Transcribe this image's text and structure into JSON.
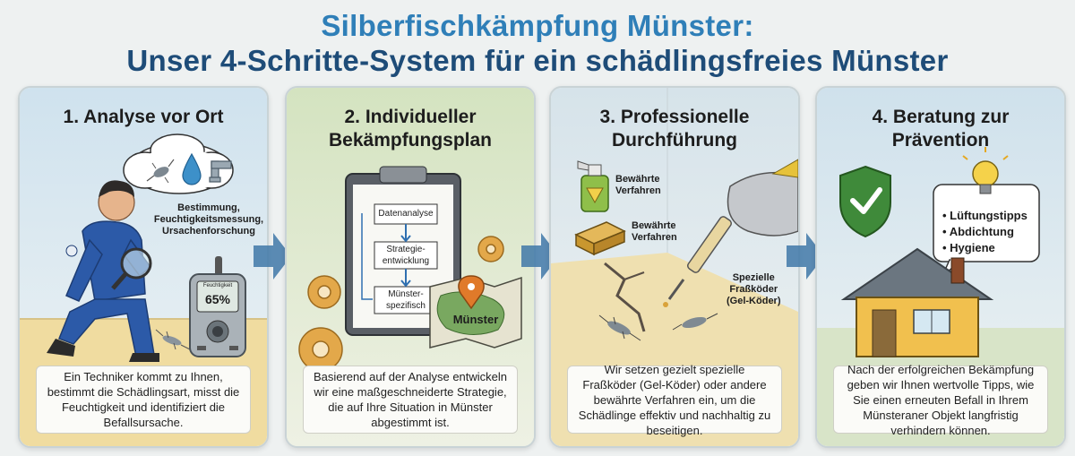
{
  "title": {
    "line1": "Silberfischkämpfung Münster:",
    "line2": "Unser 4-Schritte-System für ein schädlingsfreies Münster"
  },
  "steps": [
    {
      "heading": "1. Analyse vor Ort",
      "bubble_lines": [
        "Bestimmung,",
        "Feuchtigkeitsmessung,",
        "Ursachenforschung"
      ],
      "meter_label": "Feuchtigkeit",
      "meter_value": "65%",
      "description": "Ein Techniker kommt zu Ihnen, bestimmt die Schädlingsart, misst die Feuchtigkeit und identifiziert die Befallsursache."
    },
    {
      "heading_line1": "2. Individueller",
      "heading_line2": "Bekämpfungsplan",
      "flow_boxes": [
        "Datenanalyse",
        "Strategie-\nentwicklung",
        "Münster-\nspezifisch"
      ],
      "map_label": "Münster",
      "description": "Basierend auf der Analyse entwickeln wir eine maßgeschneiderte Strategie, die auf Ihre Situation in Münster abgestimmt ist."
    },
    {
      "heading_line1": "3. Professionelle",
      "heading_line2": "Durchführung",
      "item1": "Bewährte\nVerfahren",
      "item2": "Bewährte\nVerfahren",
      "bait_label": "Spezielle\nFraßköder\n(Gel-Köder)",
      "description": "Wir setzen gezielt spezielle Fraßköder (Gel-Köder) oder andere bewährte Verfahren ein, um die Schädlinge effektiv und nachhaltig zu beseitigen."
    },
    {
      "heading_line1": "4. Beratung zur",
      "heading_line2": "Prävention",
      "tips": [
        "Lüftungstipps",
        "Abdichtung",
        "Hygiene"
      ],
      "description": "Nach der erfolgreichen Bekämpfung geben wir Ihnen wertvolle Tipps, wie Sie einen erneuten Befall in Ihrem Münsteraner Objekt langfristig verhindern können."
    }
  ],
  "colors": {
    "title_light": "#2f7fb8",
    "title_dark": "#1e4c78",
    "card1_bg": "#dceaf2",
    "card2_bg": "#dfe9cf",
    "card3_bg": "#dde7ea",
    "card4_bg": "#d8e6ee",
    "floor": "#f0dca0",
    "arrow": "#3f78a8"
  }
}
